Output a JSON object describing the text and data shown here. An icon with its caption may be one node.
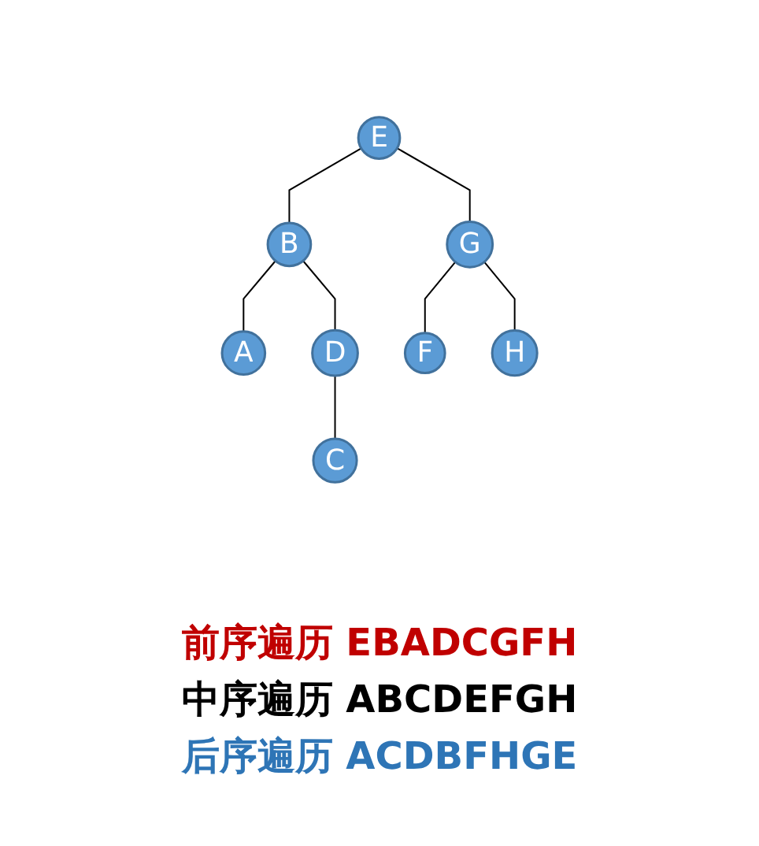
{
  "diagram": {
    "nodes": [
      {
        "text": [
          "E"
        ]
      },
      {
        "text": [
          "B"
        ]
      },
      {
        "text": [
          "G"
        ]
      },
      {
        "text": [
          "A"
        ]
      },
      {
        "text": [
          "D"
        ]
      },
      {
        "text": [
          "F"
        ]
      },
      {
        "text": [
          "H"
        ]
      },
      {
        "text": [
          "C"
        ]
      }
    ],
    "edges": [
      {
        "from": 0,
        "to": 1,
        "arrow": "none"
      },
      {
        "from": 0,
        "to": 2,
        "arrow": "none"
      },
      {
        "from": 1,
        "to": 3,
        "arrow": "none"
      },
      {
        "from": 1,
        "to": 4,
        "arrow": "none"
      },
      {
        "from": 2,
        "to": 5,
        "arrow": "none"
      },
      {
        "from": 2,
        "to": 6,
        "arrow": "none"
      },
      {
        "from": 4,
        "to": 7,
        "arrow": "none"
      }
    ],
    "labels": [
      "前序遍历 EBADCGFH",
      "中序遍历 ABCDEFGH",
      "后序遍历 ACDBFHGE"
    ]
  }
}
